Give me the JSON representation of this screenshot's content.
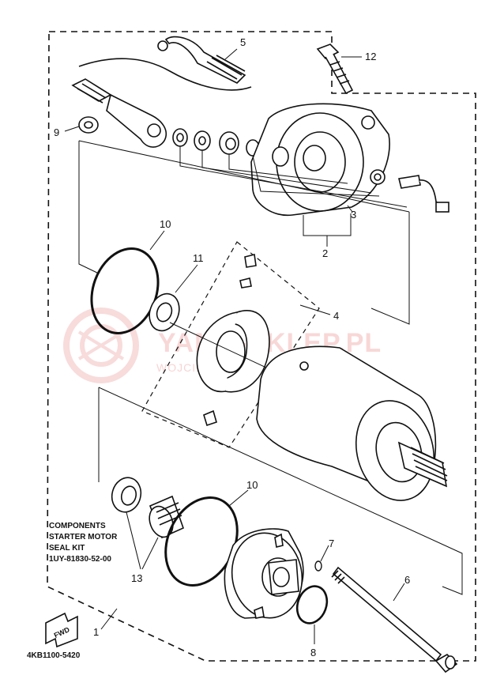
{
  "callouts": {
    "c1": "1",
    "c2": "2",
    "c3": "3",
    "c4": "4",
    "c5": "5",
    "c6": "6",
    "c7": "7",
    "c8": "8",
    "c9": "9",
    "c10a": "10",
    "c10b": "10",
    "c11": "11",
    "c12": "12",
    "c13": "13"
  },
  "note": {
    "line1": "COMPONENTS",
    "line2": "STARTER MOTOR",
    "line3": "SEAL KIT",
    "line4": "1UY-81830-52-00"
  },
  "fwd_label": "FWD",
  "diagram_code": "4KB1100-5420",
  "watermark": {
    "brand": "YAMA-SKLEP.PL",
    "tagline": "WOJCIECH ... | DEALER YAMAHA"
  },
  "colors": {
    "ink": "#111111",
    "watermark": "#f3b8b8"
  }
}
